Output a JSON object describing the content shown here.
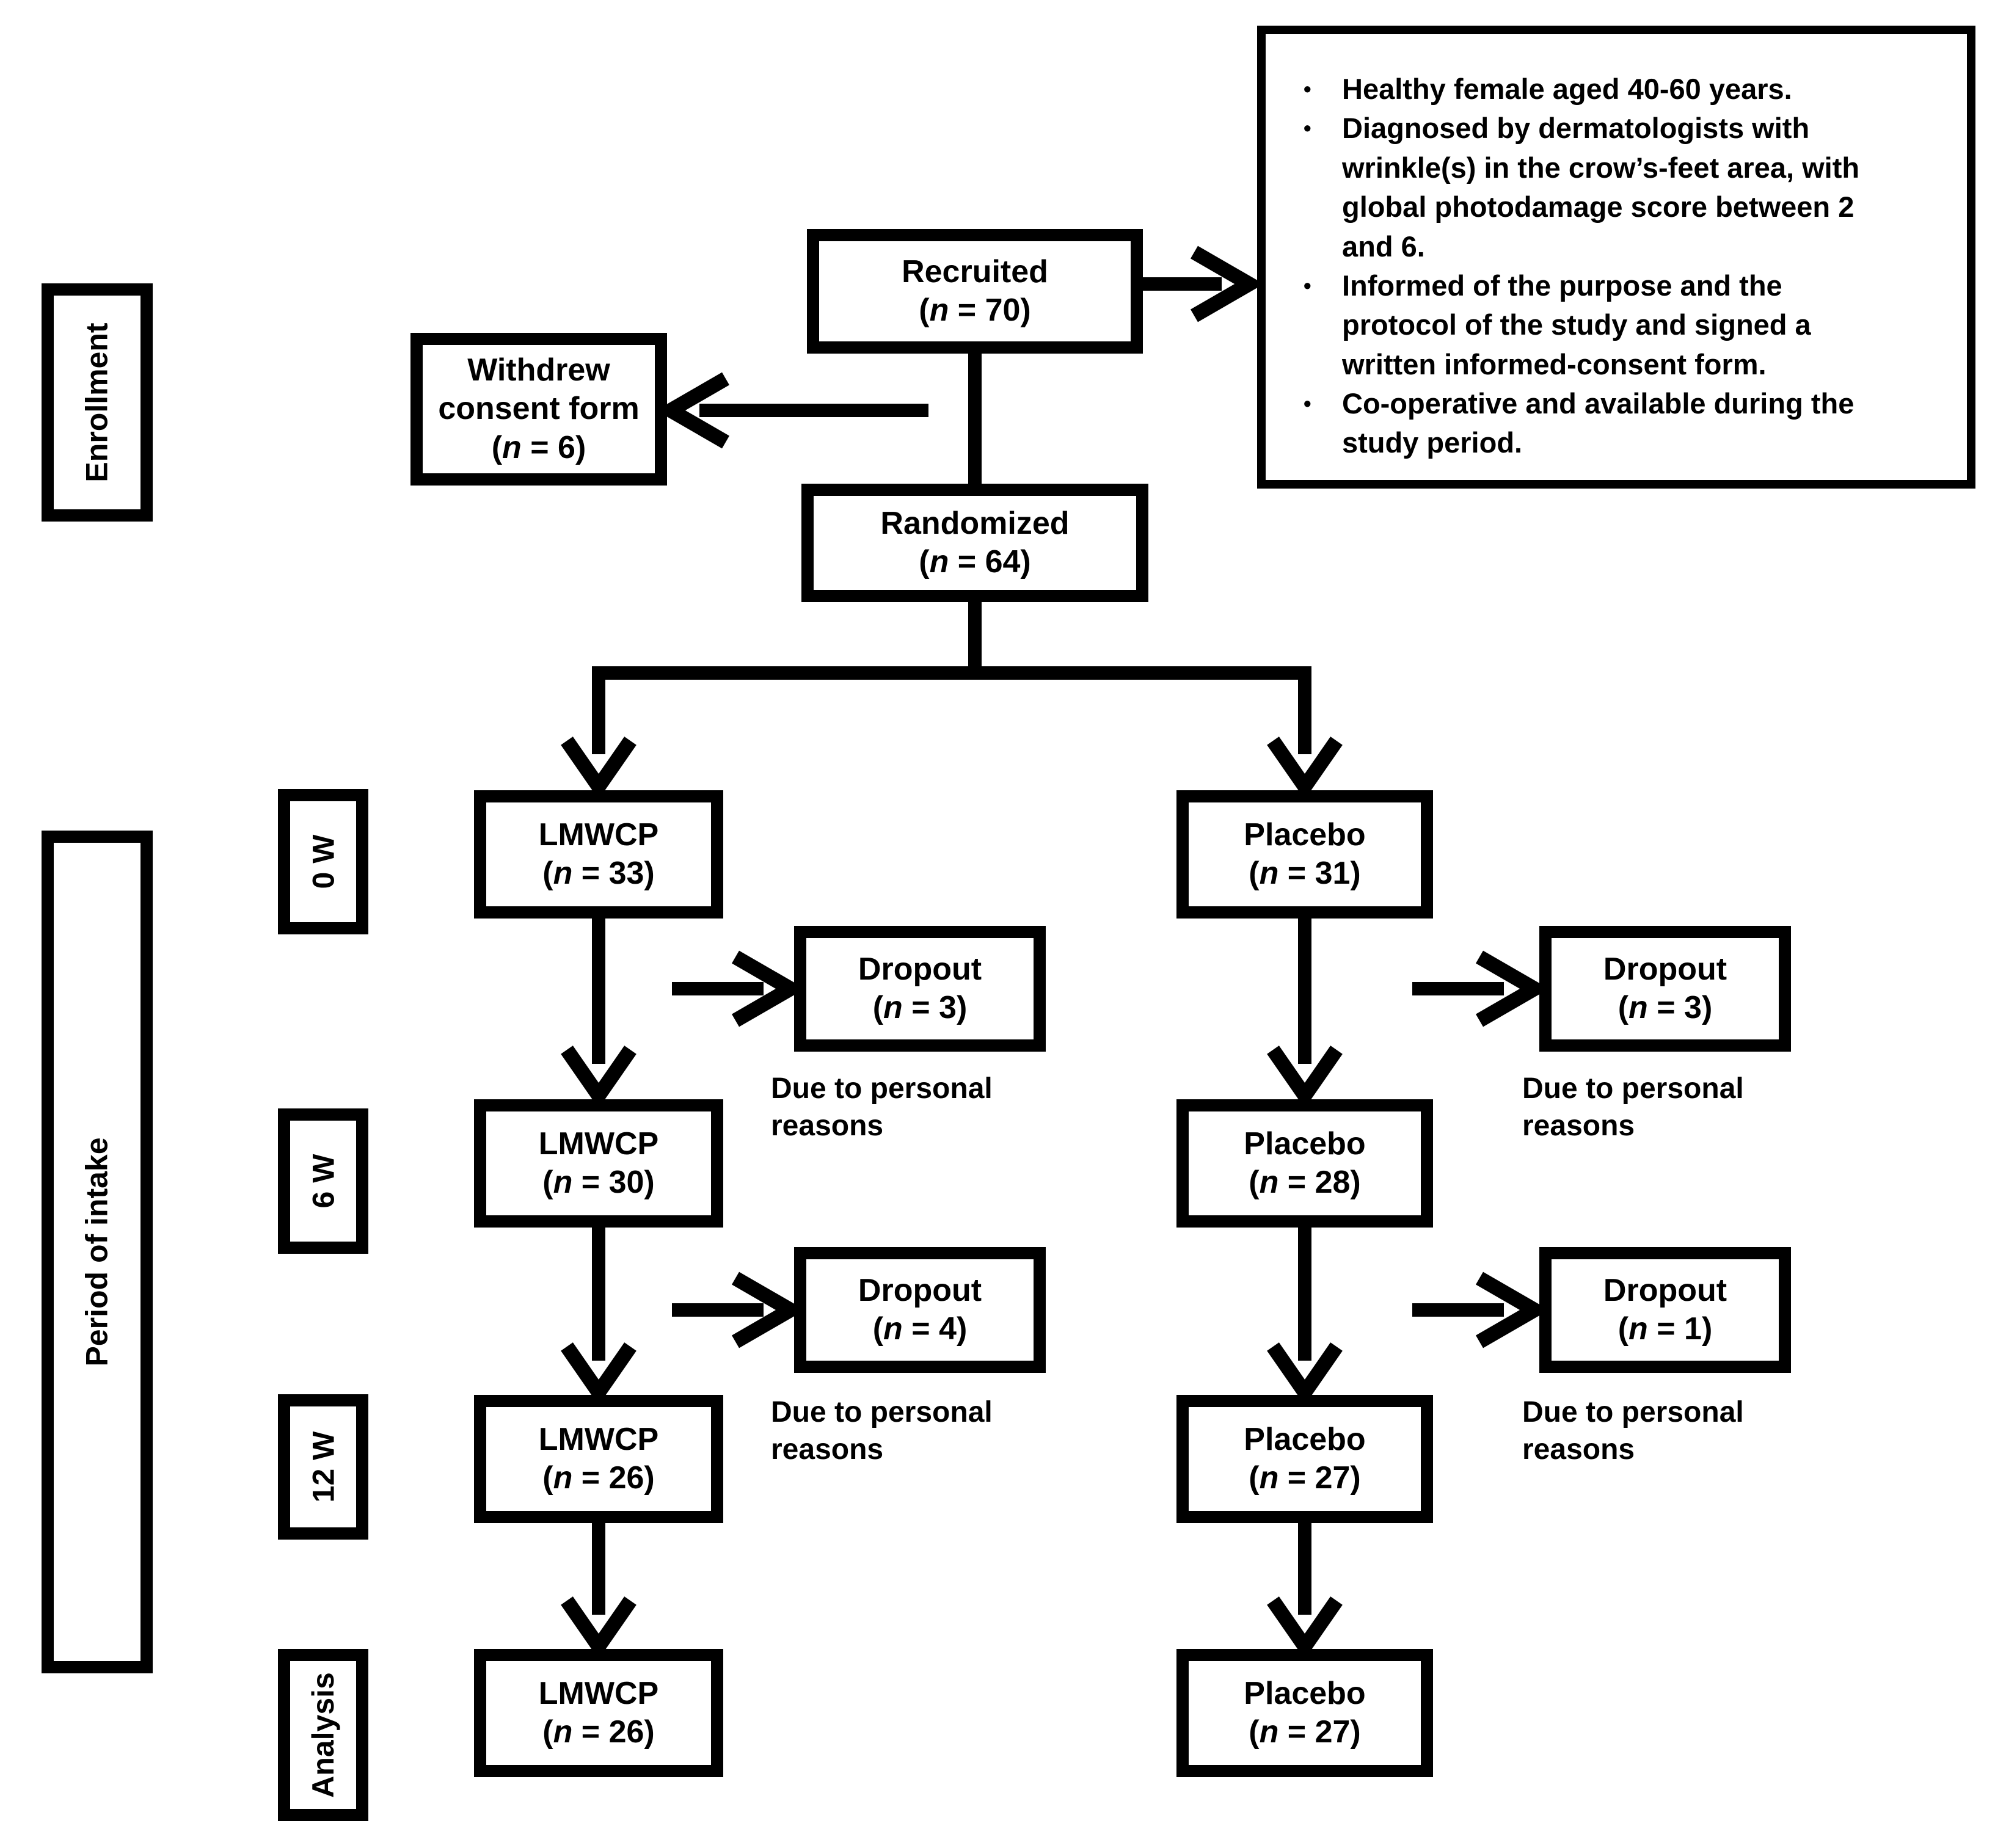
{
  "figure": {
    "colors": {
      "line": "#000000",
      "background": "#ffffff",
      "text": "#000000"
    }
  },
  "side_labels": {
    "enrollment": "Enrollment",
    "period_of_intake": "Period of intake",
    "timepoints": [
      "0 W",
      "6 W",
      "12 W",
      "Analysis"
    ]
  },
  "criteria_box": {
    "items": [
      "Healthy female aged 40-60 years.",
      "Diagnosed by dermatologists with wrinkle(s) in the crow’s-feet area, with global photodamage score between 2 and 6.",
      "Informed of the purpose and the protocol of the study and signed a written informed-consent form.",
      "Co-operative and available during the study period."
    ]
  },
  "nodes": {
    "recruited": {
      "title": "Recruited",
      "count": "(n = 70)"
    },
    "withdrew": {
      "title": "Withdrew consent form",
      "count": "(n = 6)"
    },
    "randomized": {
      "title": "Randomized",
      "count": "(n = 64)"
    },
    "lmwcp_0w": {
      "title": "LMWCP",
      "count": "(n = 33)"
    },
    "placebo_0w": {
      "title": "Placebo",
      "count": "(n = 31)"
    },
    "lmwcp_dropout_6w": {
      "title": "Dropout",
      "count": "(n = 3)",
      "reason": "Due to personal reasons"
    },
    "placebo_dropout_6w": {
      "title": "Dropout",
      "count": "(n = 3)",
      "reason": "Due to personal reasons"
    },
    "lmwcp_6w": {
      "title": "LMWCP",
      "count": "(n = 30)"
    },
    "placebo_6w": {
      "title": "Placebo",
      "count": "(n = 28)"
    },
    "lmwcp_dropout_12w": {
      "title": "Dropout",
      "count": "(n = 4)",
      "reason": "Due to personal reasons"
    },
    "placebo_dropout_12w": {
      "title": "Dropout",
      "count": "(n = 1)",
      "reason": "Due to personal reasons"
    },
    "lmwcp_12w": {
      "title": "LMWCP",
      "count": "(n = 26)"
    },
    "placebo_12w": {
      "title": "Placebo",
      "count": "(n = 27)"
    },
    "lmwcp_analysis": {
      "title": "LMWCP",
      "count": "(n = 26)"
    },
    "placebo_analysis": {
      "title": "Placebo",
      "count": "(n = 27)"
    }
  }
}
